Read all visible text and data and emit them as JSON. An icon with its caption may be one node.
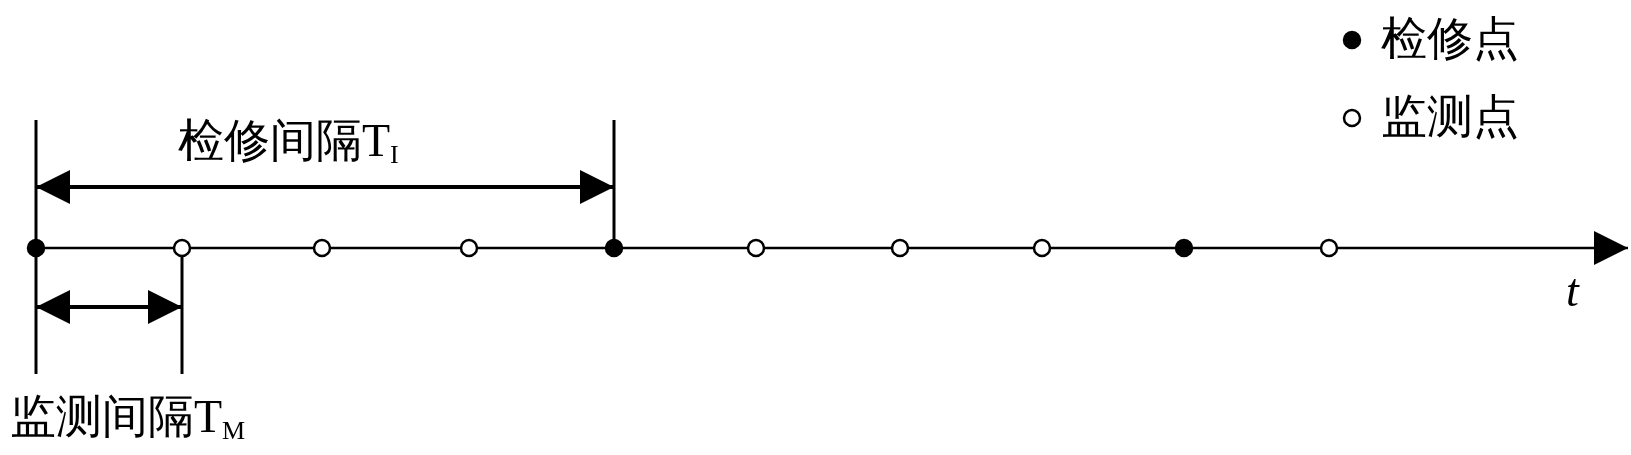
{
  "diagram": {
    "labels": [
      "检修间隔T$_{I}$",
      "监测间隔T$_{M}$",
      "t"
    ],
    "legend": [
      {
        "text": "检修点"
      },
      {
        "text": "监测点"
      }
    ]
  }
}
